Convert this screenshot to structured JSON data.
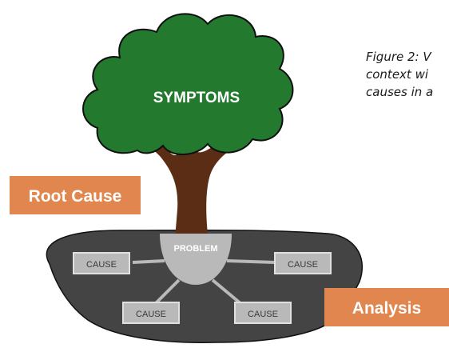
{
  "diagram": {
    "symptoms_label": "SYMPTOMS",
    "root_cause_label": "Root Cause",
    "analysis_label": "Analysis",
    "problem_label": "PROBLEM",
    "cause_labels": [
      "CAUSE",
      "CAUSE",
      "CAUSE",
      "CAUSE"
    ]
  },
  "caption": {
    "lines": [
      "Figure 2: V",
      "context wi",
      "causes in a"
    ]
  },
  "colors": {
    "foliage": "#237a2f",
    "foliage_outline": "#0f0f0f",
    "trunk": "#5b2d14",
    "ground": "#444444",
    "ground_outline": "#111111",
    "problem_fill": "#b9b9b9",
    "cause_fill": "#b9b9b9",
    "cause_border": "#e0e0e0",
    "cause_text": "#3a3a3a",
    "label_box": "#e1864f",
    "label_text": "#ffffff",
    "connector": "#b9b9b9"
  }
}
